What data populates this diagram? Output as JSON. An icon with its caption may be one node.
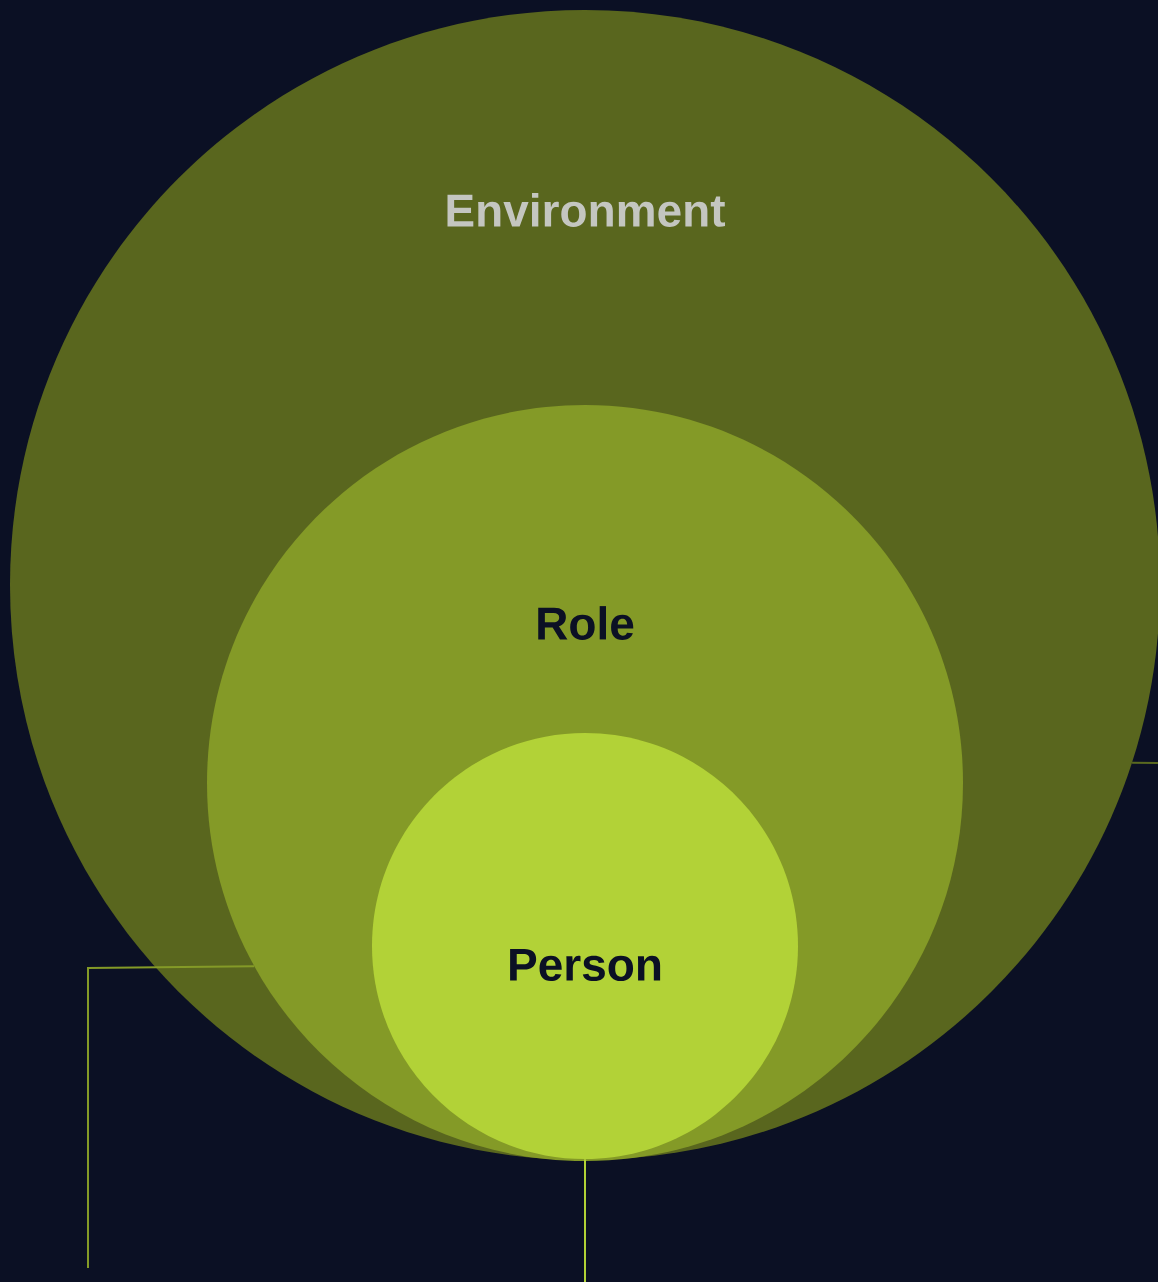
{
  "diagram": {
    "nodes": [
      {
        "text": [
          "Environment"
        ]
      },
      {
        "text": [
          "Role"
        ],
        "in": 0
      },
      {
        "text": [
          "Person"
        ],
        "in": 1
      }
    ],
    "edges": [
      {
        "from": 0,
        "to": null,
        "arrow": "none",
        "color": "#5a6a20"
      },
      {
        "from": 1,
        "to": null,
        "arrow": "none",
        "color": "#849a27"
      },
      {
        "from": 2,
        "to": null,
        "arrow": "none",
        "color": "#b2d236"
      }
    ]
  }
}
